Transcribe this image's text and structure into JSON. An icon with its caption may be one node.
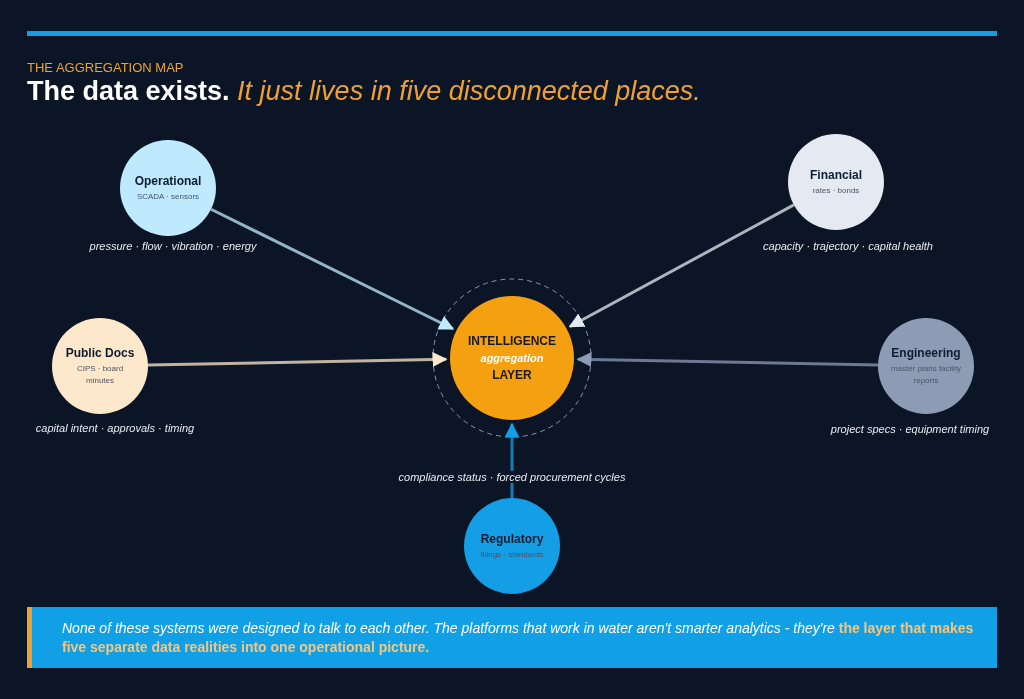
{
  "diagram": {
    "title": "The data exists. *It just lives in five disconnected places.*",
    "caption": "None of these systems were designed to talk to each other. The platforms that work in water aren't smarter analytics - they're **the layer that makes five separate data realities into one operational picture.**",
    "nodes": [
      {
        "text": [
          "Operational",
          "SCADA · sensors"
        ],
        "beside": [
          "pressure · flow · vibration · energy"
        ]
      },
      {
        "text": [
          "Financial",
          "rates · bonds"
        ],
        "beside": [
          "capacity · trajectory · capital health"
        ]
      },
      {
        "text": [
          "Public Docs",
          "CIPS · board minutes"
        ],
        "beside": [
          "capital intent · approvals · timing"
        ]
      },
      {
        "text": [
          "INTELLIGENCE",
          "aggregation",
          "LAYER"
        ]
      },
      {
        "text": [
          "Engineering",
          "master plans facility reports"
        ],
        "beside": [
          "project specs · equipment timing"
        ]
      },
      {
        "text": [
          "Regulatory",
          "filings · standards"
        ],
        "beside": [
          "compliance status · forced procurement cycles"
        ]
      }
    ],
    "edges": [
      {
        "from": 0,
        "to": 3,
        "arrow": "to",
        "color": "#bfeafd"
      },
      {
        "from": 1,
        "to": 3,
        "arrow": "to",
        "color": "#e4e9f2"
      },
      {
        "from": 2,
        "to": 3,
        "arrow": "to",
        "color": "#fde8cc"
      },
      {
        "from": 4,
        "to": 3,
        "arrow": "to",
        "color": "#8d9bb5"
      },
      {
        "from": 5,
        "to": 3,
        "arrow": "to",
        "color": "#139ee6"
      }
    ],
    "labels": [
      "THE AGGREGATION MAP"
    ]
  }
}
